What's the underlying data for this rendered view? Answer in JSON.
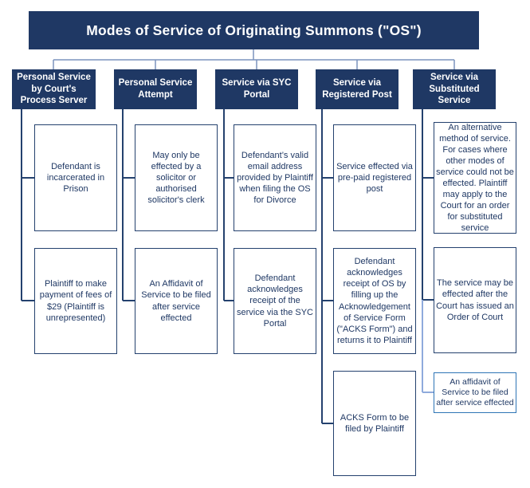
{
  "title": "Modes of Service of Originating Summons (\"OS\")",
  "colors": {
    "navy_fill": "#1f3864",
    "box_border": "#24416e",
    "light_box_border": "#2e75b6",
    "tree_connector": "#7b93bd",
    "column_connector": "#24416e",
    "light_connector": "#8faadc"
  },
  "columns": [
    {
      "header": "Personal Service by Court's Process Server",
      "boxes": [
        {
          "text": "Defendant is incarcerated in Prison"
        },
        {
          "text": "Plaintiff to make payment of fees of $29 (Plaintiff is unrepresented)"
        }
      ]
    },
    {
      "header": "Personal Service Attempt",
      "boxes": [
        {
          "text": "May only be effected by a solicitor or authorised solicitor's clerk"
        },
        {
          "text": "An Affidavit of Service to be filed after service effected"
        }
      ]
    },
    {
      "header": "Service via SYC Portal",
      "boxes": [
        {
          "text": "Defendant’s valid email address provided by Plaintiff when filing the OS for Divorce"
        },
        {
          "text": "Defendant acknowledges receipt of the service via the SYC Portal"
        }
      ]
    },
    {
      "header": "Service via Registered Post",
      "boxes": [
        {
          "text": "Service effected via pre-paid registered post"
        },
        {
          "text": "Defendant acknowledges receipt of OS by filling up the Acknowledgement of Service Form (\"ACKS Form\") and returns it to Plaintiff"
        },
        {
          "text": "ACKS Form to be filed by Plaintiff"
        }
      ]
    },
    {
      "header": "Service via Substituted Service",
      "boxes": [
        {
          "text": "An alternative method of service. For cases where other modes of service could not be effected. Plaintiff may apply to the Court for an order for substituted service"
        },
        {
          "text": "The service may be effected after the Court has issued an Order of Court"
        },
        {
          "text": "An affidavit of Service to be filed after service effected"
        }
      ]
    }
  ]
}
